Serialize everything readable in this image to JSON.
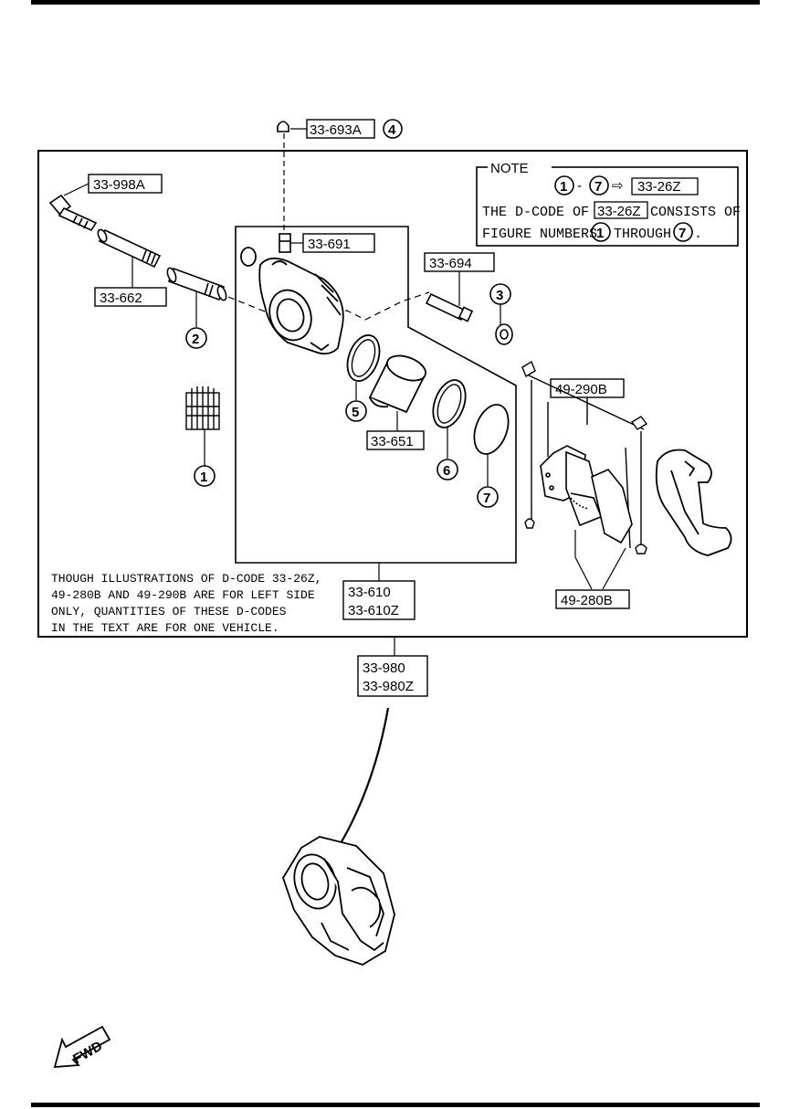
{
  "part_labels": {
    "p33_693A": "33-693A",
    "p33_998A": "33-998A",
    "p33_691": "33-691",
    "p33_694": "33-694",
    "p33_662": "33-662",
    "p49_290B": "49-290B",
    "p33_651": "33-651",
    "p49_280B": "49-280B",
    "p33_610": "33-610",
    "p33_610Z": "33-610Z",
    "p33_980": "33-980",
    "p33_980Z": "33-980Z"
  },
  "figure_numbers": {
    "n1": "1",
    "n2": "2",
    "n3": "3",
    "n4": "4",
    "n5": "5",
    "n6": "6",
    "n7": "7"
  },
  "note": {
    "heading": "NOTE",
    "code": "33-26Z",
    "line2_prefix": "THE D-CODE OF",
    "line2_suffix": "CONSISTS OF",
    "line3_prefix": "FIGURE NUMBERS",
    "line3_mid": "THROUGH",
    "line3_end": ".",
    "range_from": "1",
    "range_to": "7"
  },
  "description": {
    "line1": "THOUGH ILLUSTRATIONS OF D-CODE 33-26Z,",
    "line2": "49-280B AND 49-290B ARE FOR LEFT SIDE",
    "line3": "ONLY, QUANTITIES OF THESE D-CODES",
    "line4": "IN THE TEXT ARE FOR ONE VEHICLE."
  },
  "fwd_label": "FWD"
}
